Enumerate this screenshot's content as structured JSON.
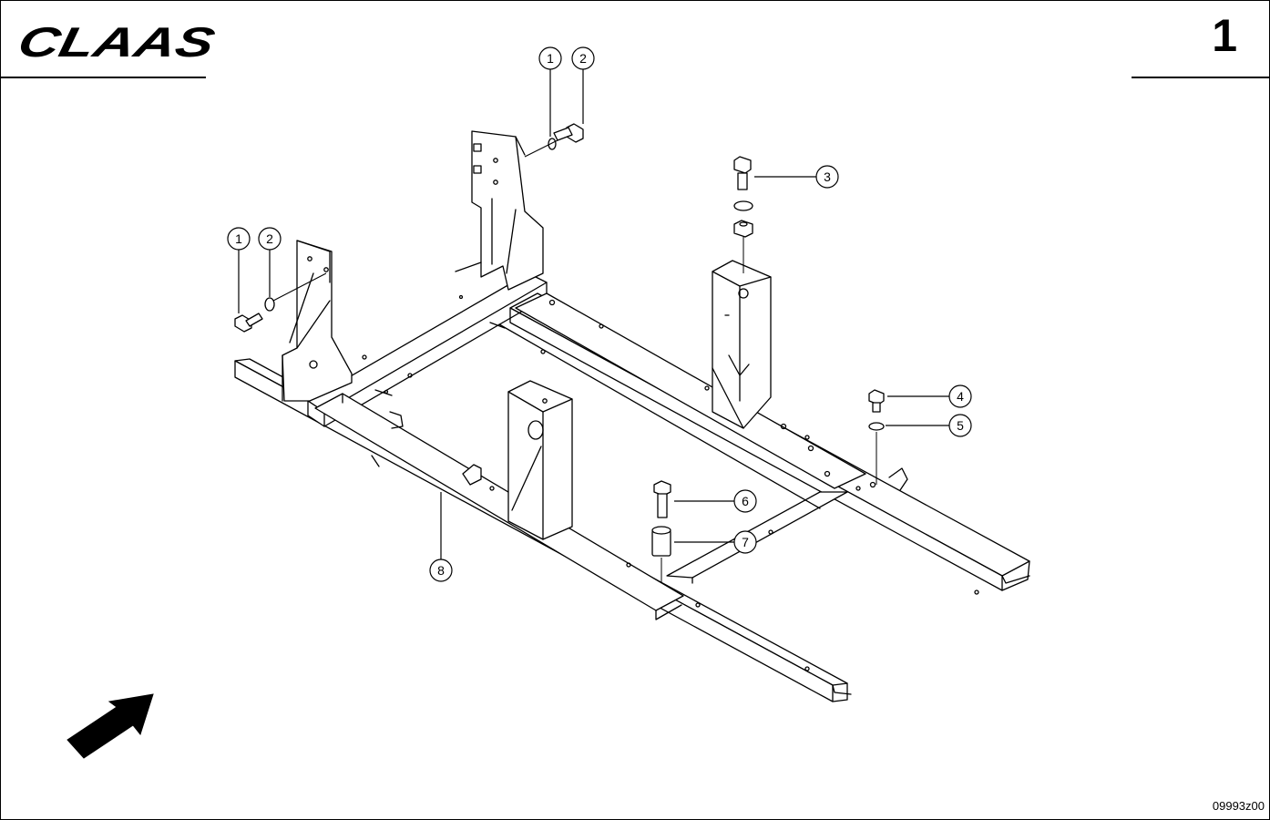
{
  "header": {
    "logo_text": "CLAAS",
    "page_number": "1"
  },
  "footer": {
    "document_code": "09993z00"
  },
  "callouts": [
    {
      "id": "c1a",
      "label": "1"
    },
    {
      "id": "c2a",
      "label": "2"
    },
    {
      "id": "c1b",
      "label": "1"
    },
    {
      "id": "c2b",
      "label": "2"
    },
    {
      "id": "c3",
      "label": "3"
    },
    {
      "id": "c4",
      "label": "4"
    },
    {
      "id": "c5",
      "label": "5"
    },
    {
      "id": "c6",
      "label": "6"
    },
    {
      "id": "c7",
      "label": "7"
    },
    {
      "id": "c8",
      "label": "8"
    }
  ],
  "icons": {
    "logo": "claas-logo",
    "direction": "direction-arrow-icon"
  },
  "colors": {
    "ink": "#000000",
    "paper": "#ffffff"
  }
}
